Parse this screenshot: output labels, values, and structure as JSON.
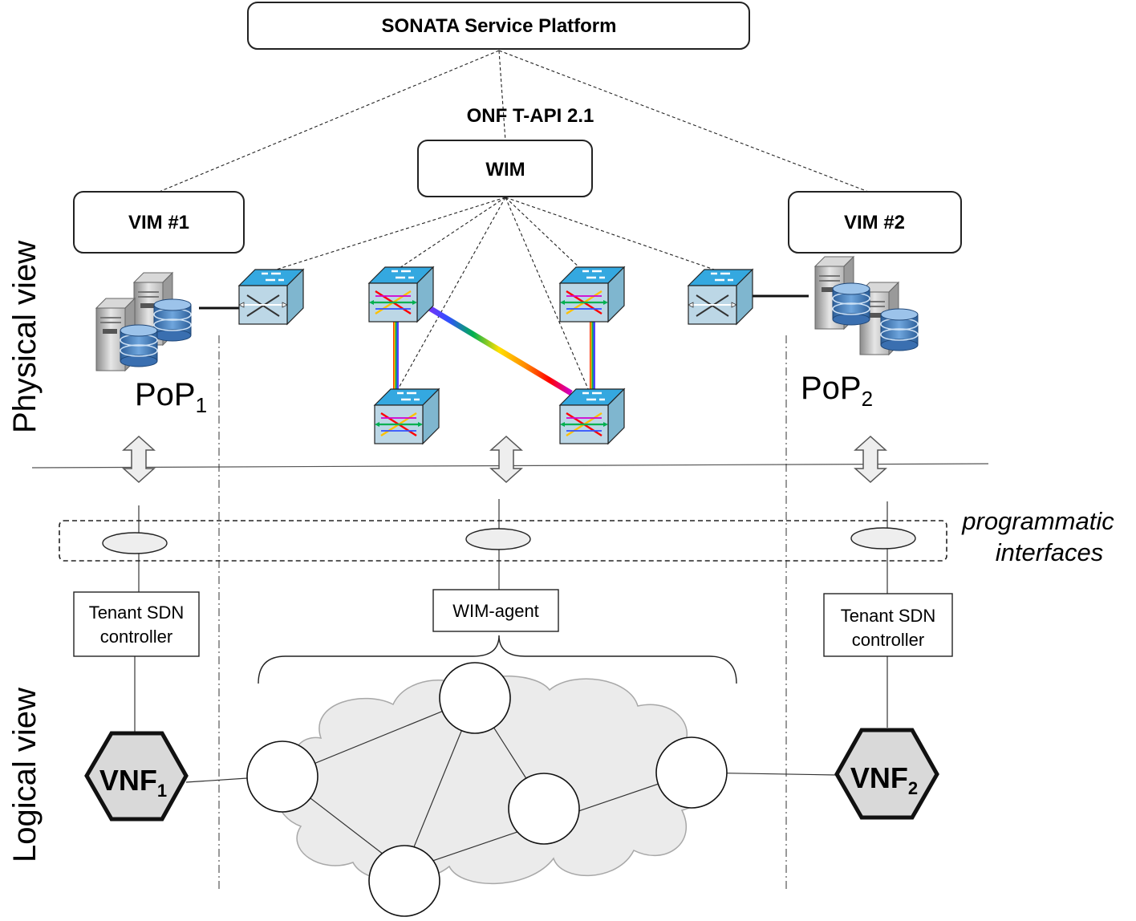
{
  "platform": {
    "label": "SONATA Service Platform"
  },
  "api": {
    "label": "ONF T-API 2.1"
  },
  "wim": {
    "label": "WIM"
  },
  "vim1": {
    "label": "VIM #1"
  },
  "vim2": {
    "label": "VIM #2"
  },
  "pop1": {
    "main": "PoP",
    "sub": "1"
  },
  "pop2": {
    "main": "PoP",
    "sub": "2"
  },
  "views": {
    "physical": "Physical view",
    "logical": "Logical view"
  },
  "interfaces": {
    "line1": "programmatic",
    "line2": "interfaces"
  },
  "tenant_left": {
    "line1": "Tenant SDN",
    "line2": "controller"
  },
  "tenant_right": {
    "line1": "Tenant SDN",
    "line2": "controller"
  },
  "wim_agent": {
    "label": "WIM-agent"
  },
  "vnf1": {
    "main": "VNF",
    "sub": "1"
  },
  "vnf2": {
    "main": "VNF",
    "sub": "2"
  },
  "colors": {
    "vnf_fill": "#d9d9d9",
    "switch_fill": "#bcd7e6",
    "switch_top": "#34a8e0",
    "interface_fill": "#eeeeee",
    "cloud_fill": "#ebebeb"
  },
  "icons": {
    "switch": "optical-switch-icon",
    "server": "server-icon",
    "arrow": "double-arrow-icon",
    "node": "node-icon",
    "cloud": "cloud-icon"
  }
}
